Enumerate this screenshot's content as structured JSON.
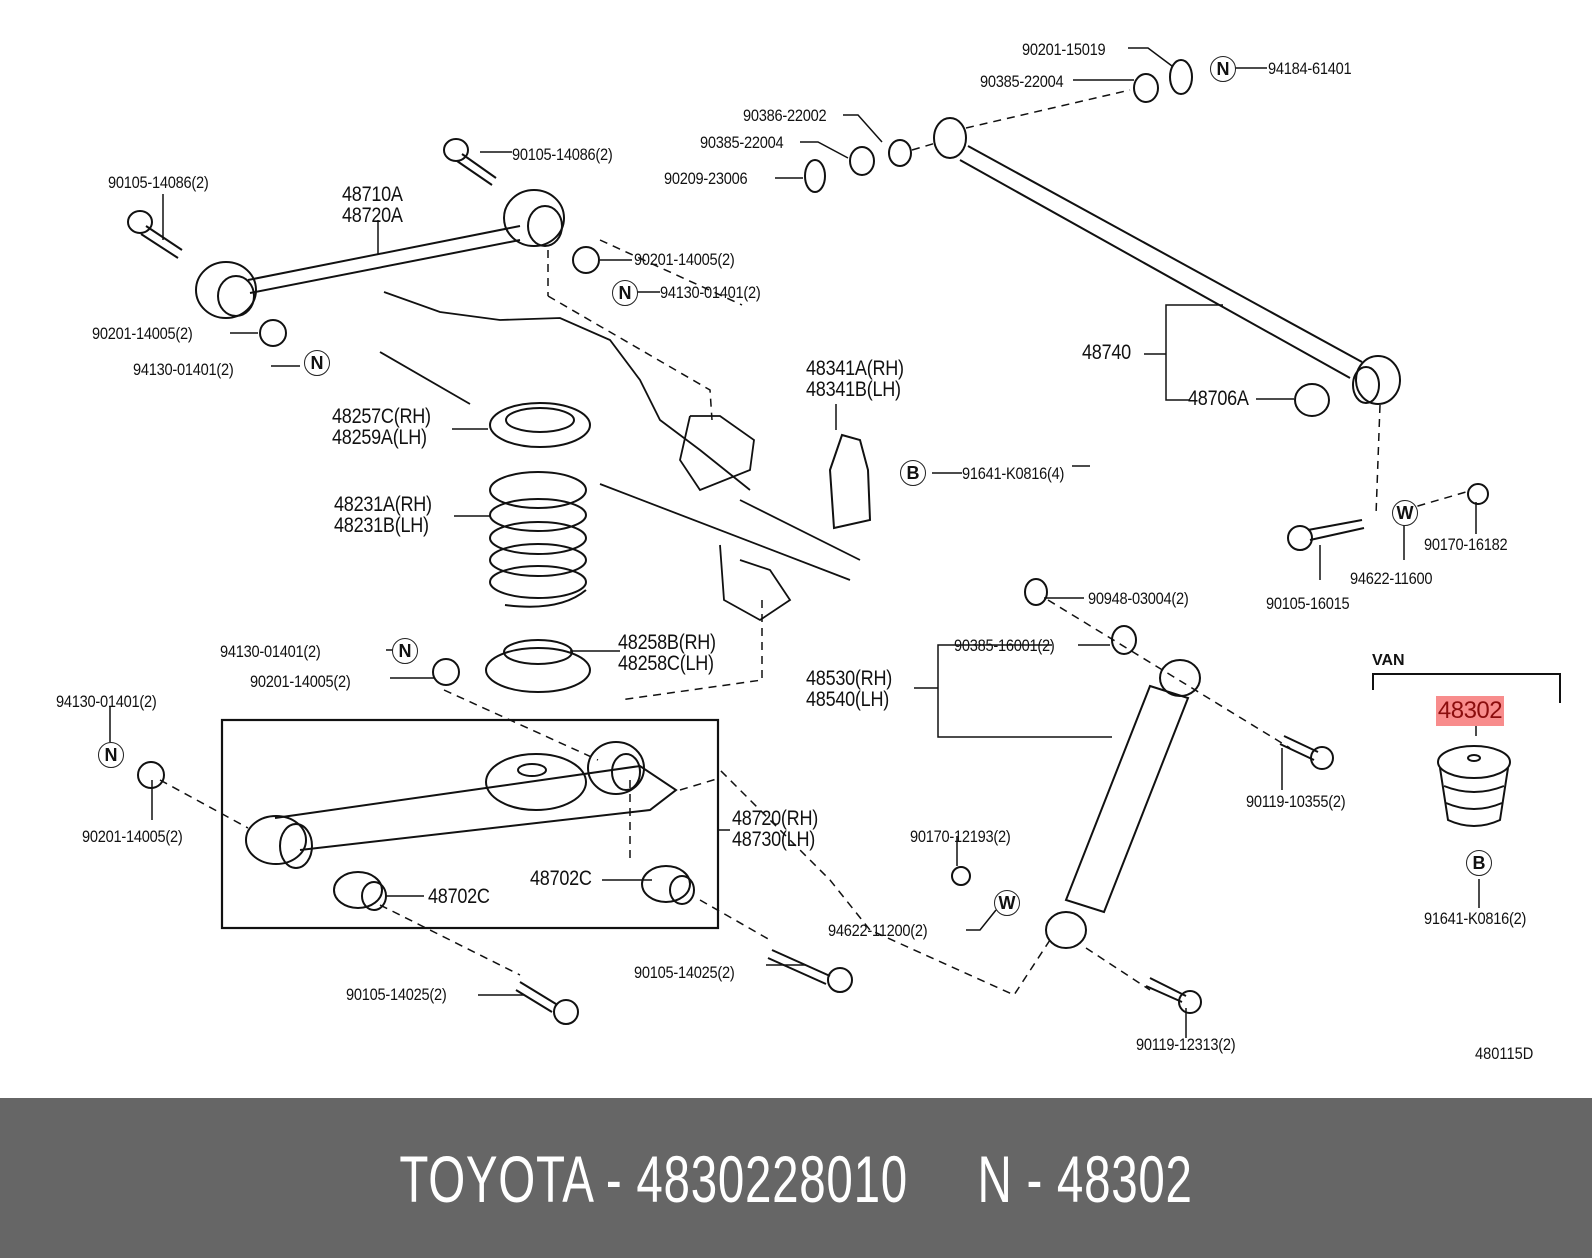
{
  "diagram": {
    "title_code": "480115D",
    "variant_label": "VAN",
    "highlighted_part": "48302",
    "highlight_color": "#f88c8c",
    "highlight_text_color": "#8b0d0d",
    "labels": {
      "bolt_upper_left": "90105-14086(2)",
      "bolt_upper_mid": "90105-14086(2)",
      "lateral_rod_a": "48710A",
      "lateral_rod_b": "48720A",
      "washer_left_upper": "90201-14005(2)",
      "nut_left_upper": "94130-01401(2)",
      "washer_mid_upper": "90201-14005(2)",
      "nut_mid_upper": "94130-01401(2)",
      "washer_90386": "90386-22002",
      "bushing_90385_mid": "90385-22004",
      "washer_90209": "90209-23006",
      "washer_90201_top": "90201-15019",
      "bushing_90385_top": "90385-22004",
      "nut_top_right": "94184-61401",
      "lateral_rod_assy": "48740",
      "lateral_rod_bushing": "48706A",
      "spring_insulator_upper_rh": "48257C(RH)",
      "spring_insulator_upper_lh": "48259A(LH)",
      "coil_spring_rh": "48231A(RH)",
      "coil_spring_lh": "48231B(LH)",
      "bracket_rh": "48341A(RH)",
      "bracket_lh": "48341B(LH)",
      "bolt_bracket": "91641-K0816(4)",
      "bolt_90105_16015": "90105-16015",
      "washer_94622_11600": "94622-11600",
      "nut_90170_16182": "90170-16182",
      "spring_insulator_lower_rh": "48258B(RH)",
      "spring_insulator_lower_lh": "48258C(LH)",
      "nut_left_lower": "94130-01401(2)",
      "washer_left_lower": "90201-14005(2)",
      "nut_far_left": "94130-01401(2)",
      "washer_far_left": "90201-14005(2)",
      "washer_90948": "90948-03004(2)",
      "bushing_90385_16001": "90385-16001(2)",
      "shock_rh": "48530(RH)",
      "shock_lh": "48540(LH)",
      "bolt_90119_10355": "90119-10355(2)",
      "control_arm_rh": "48720(RH)",
      "control_arm_lh": "48730(LH)",
      "arm_bushing_left": "48702C",
      "arm_bushing_right": "48702C",
      "nut_90170_12193": "90170-12193(2)",
      "washer_94622_11200": "94622-11200(2)",
      "bolt_lower_left": "90105-14025(2)",
      "bolt_lower_mid": "90105-14025(2)",
      "bolt_90119_12313": "90119-12313(2)",
      "bumper_bolt": "91641-K0816(2)"
    },
    "symbols": {
      "nut": "N",
      "bolt": "B",
      "washer": "W"
    }
  },
  "footer": {
    "brand": "TOYOTA",
    "part_number": "4830228010",
    "ref_prefix": "N",
    "ref_number": "48302",
    "caption": "TOYOTA - 4830228010     N - 48302",
    "background": "#666666"
  }
}
